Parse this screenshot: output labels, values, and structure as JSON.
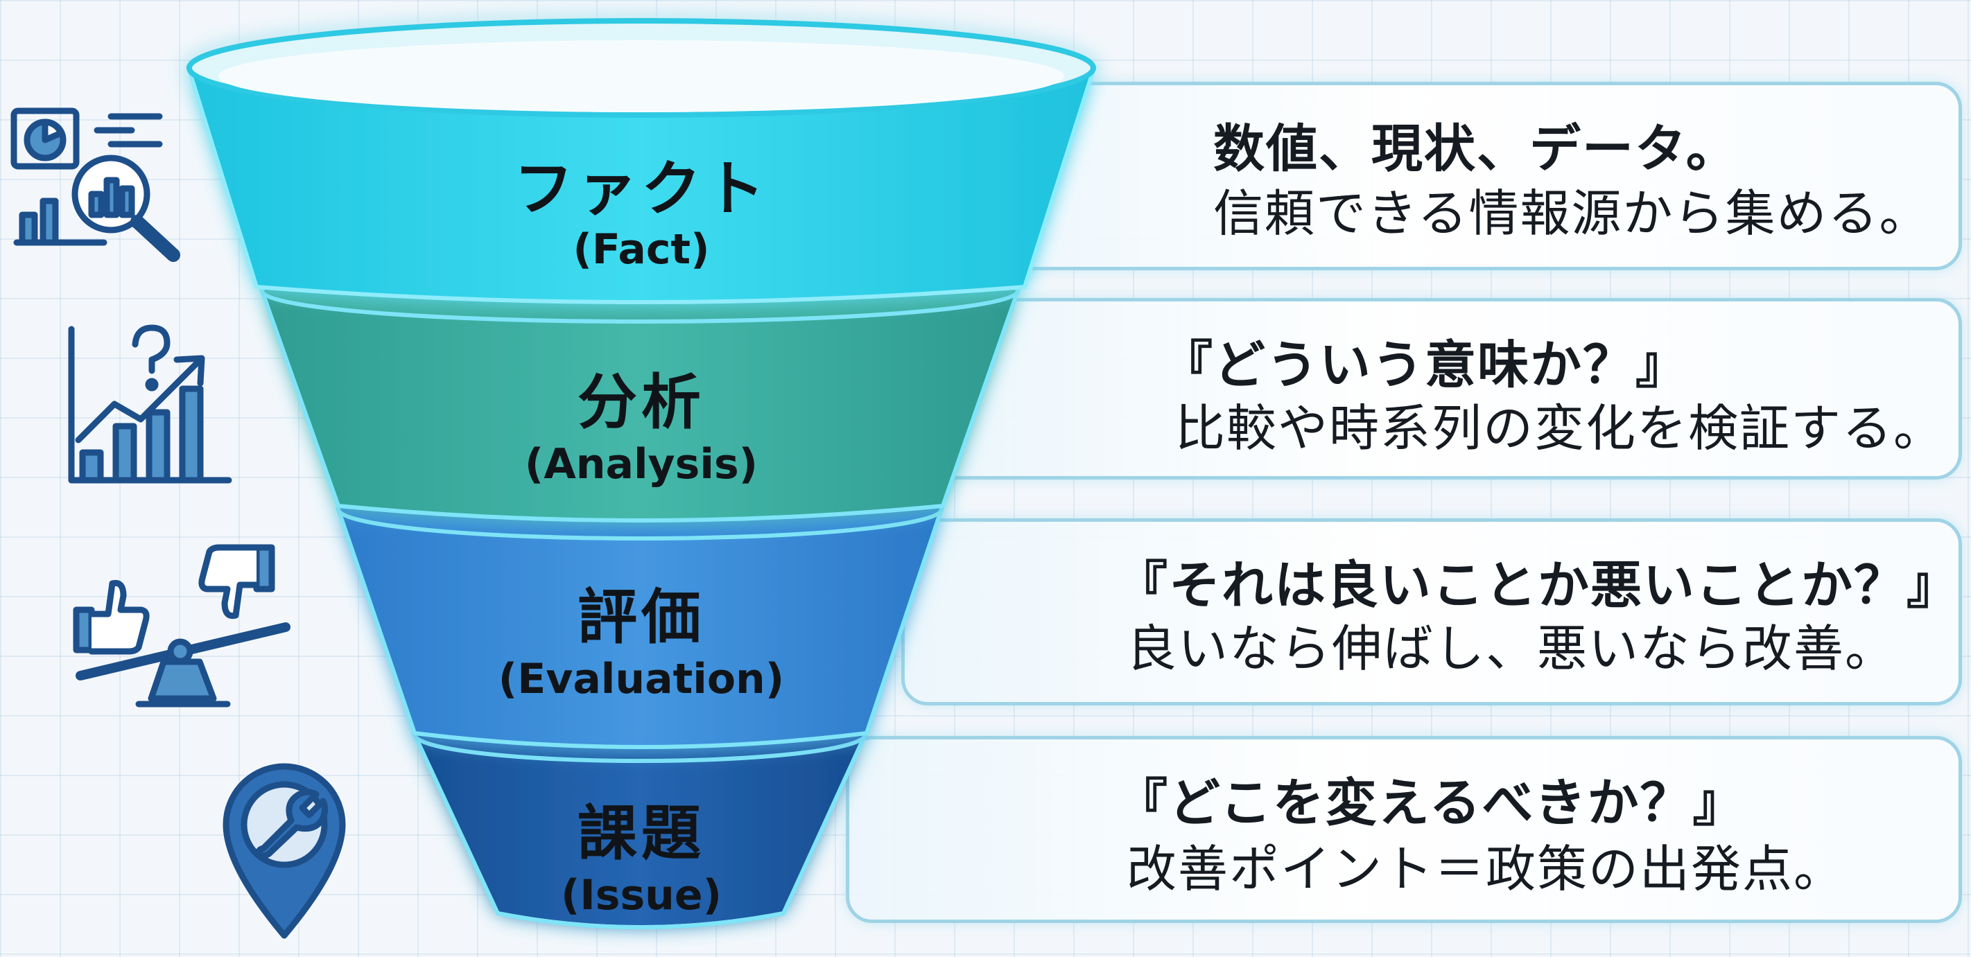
{
  "colors": {
    "fact": "#2fd3ea",
    "analysis": "#3fb3a6",
    "evaluation": "#3b8fdb",
    "issue": "#1f5da8",
    "icon_stroke": "#1d4f8a",
    "icon_fill": "#4f93c9",
    "text_border": "#9fd3e6"
  },
  "stages": [
    {
      "name_jp": "ファクト",
      "name_en": "(Fact)",
      "desc_line1": "数値、現状、データ。",
      "desc_line2": "信頼できる情報源から集める。",
      "icon": "magnifier-chart-icon"
    },
    {
      "name_jp": "分析",
      "name_en": "(Analysis)",
      "desc_line1": "『どういう意味か？』",
      "desc_line2": "比較や時系列の変化を検証する。",
      "icon": "rising-chart-question-icon"
    },
    {
      "name_jp": "評価",
      "name_en": "(Evaluation)",
      "desc_line1": "『それは良いことか悪いことか？』",
      "desc_line2": "良いなら伸ばし、悪いなら改善。",
      "icon": "thumbs-scale-icon"
    },
    {
      "name_jp": "課題",
      "name_en": "(Issue)",
      "desc_line1": "『どこを変えるべきか？』",
      "desc_line2": "改善ポイント＝政策の出発点。",
      "icon": "wrench-pin-icon"
    }
  ]
}
